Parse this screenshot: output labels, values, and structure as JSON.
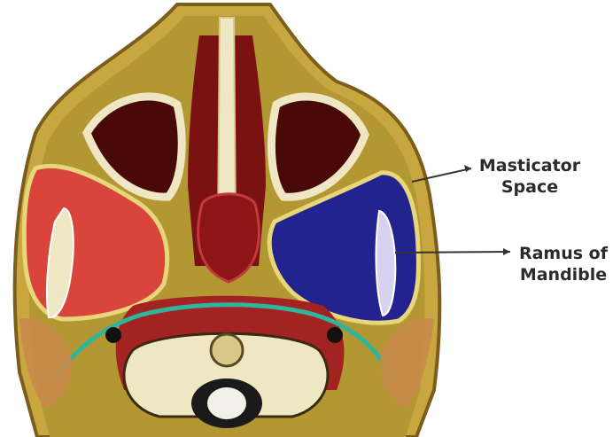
{
  "labels": {
    "masticator_space": {
      "line1": "Masticator",
      "line2": "Space"
    },
    "ramus_of_mandible": {
      "line1": "Ramus of",
      "line2": "Mandible"
    }
  },
  "colors": {
    "background": "#ffffff",
    "face_tissue": "#b29a35",
    "fat_yellow": "#e8d77a",
    "bone_cream": "#efe6c4",
    "masseter_red": "#d9453b",
    "masticator_blue": "#1f1f8c",
    "airway_dark": "#5a0c0c",
    "muscle_dark_red": "#9a2020",
    "carotid_teal": "#2fb59b",
    "pointer_line": "#333333"
  }
}
